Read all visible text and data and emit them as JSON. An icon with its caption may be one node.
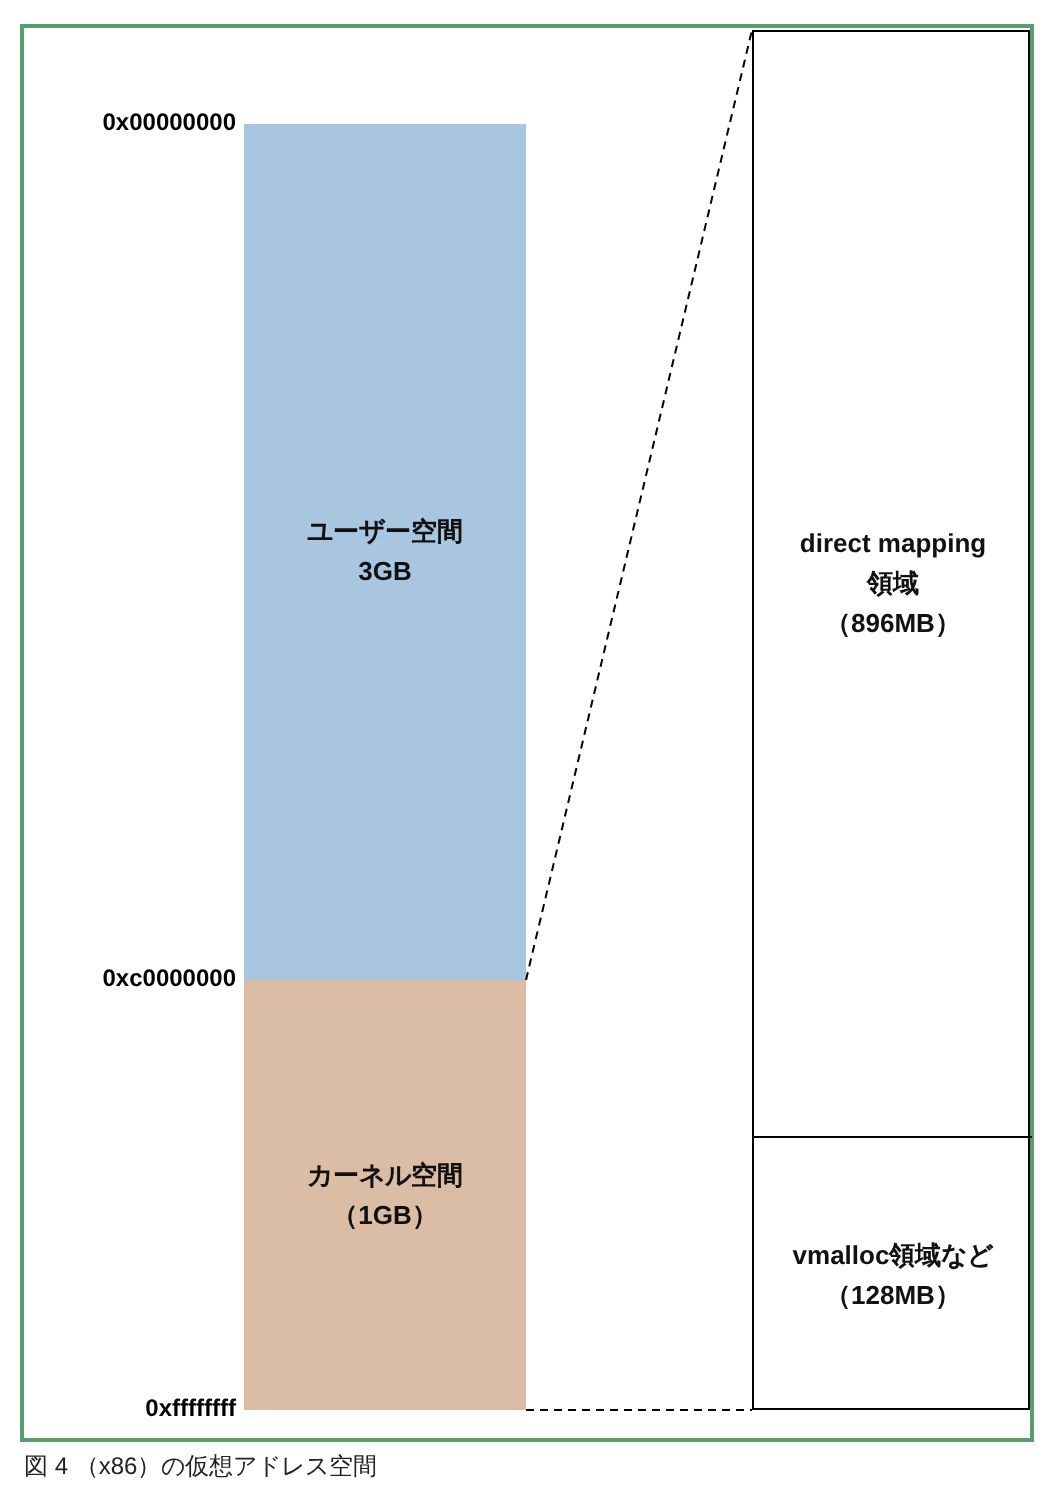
{
  "diagram": {
    "caption": "図 4 （x86）の仮想アドレス空間",
    "nodes": [
      {
        "text": [
          "ユーザー空間",
          "3GB"
        ]
      },
      {
        "text": [
          "カーネル空間",
          "（1GB）"
        ]
      },
      {
        "text": [],
        "shape": "box"
      },
      {
        "text": [
          "direct mapping 領域",
          "（896MB）"
        ],
        "in": 2
      },
      {
        "text": [
          "vmalloc領域など",
          "（128MB）"
        ],
        "in": 2
      }
    ],
    "edges": [
      {
        "from": 1,
        "to": 2,
        "arrow": "none",
        "style": "dashed"
      },
      {
        "from": 1,
        "to": 2,
        "arrow": "none",
        "style": "dashed"
      }
    ],
    "labels": [
      "0x00000000",
      "0xc0000000",
      "0xffffffff"
    ]
  }
}
